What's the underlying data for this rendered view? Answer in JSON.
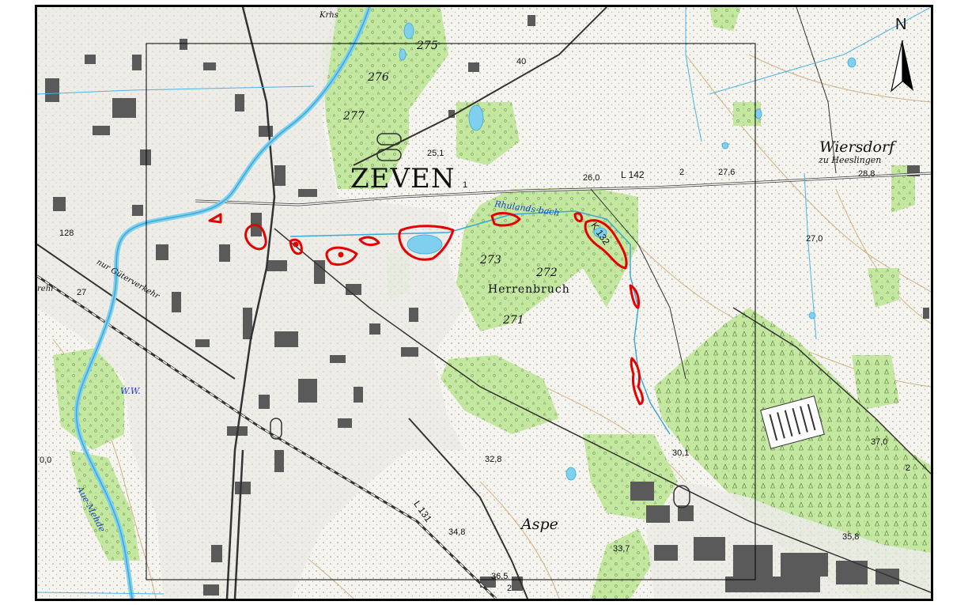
{
  "map": {
    "town": "ZEVEN",
    "places": {
      "wiersdorf": "Wiersdorf",
      "wiersdorf_sub": "zu Heeslingen",
      "aspe": "Aspe",
      "krhs": "Krhs"
    },
    "forest": "Herrenbruch",
    "stream": "Rhulands-bach",
    "waterways": {
      "aue_mehde": "Aue-Mehde",
      "ww": "W.W.",
      "nur_gueterverkehr": "nur Güterverkehr",
      "rehr": "rehr"
    },
    "roads": {
      "l142": "L 142",
      "k132": "K 132",
      "l131": "L 131"
    },
    "parcels": {
      "p275": "275",
      "p276": "276",
      "p277": "277",
      "p273": "273",
      "p272": "272",
      "p271": "271"
    },
    "elevations": {
      "e251": "25,1",
      "e260": "26,0",
      "e276": "27,6",
      "e288": "28,8",
      "e270": "27,0",
      "e328": "32,8",
      "e301": "30,1",
      "e348": "34,8",
      "e337": "33,7",
      "e365": "36,5",
      "e370": "37,0",
      "e358": "35,8",
      "e128": "128",
      "e27": "27",
      "e00": "0,0",
      "e40": "40",
      "e2a": "2",
      "e2b": "2",
      "e2c": "2",
      "e1": "1"
    },
    "north_label": "N",
    "colors": {
      "forest": "#c4e8a0",
      "settlement": "#f2f0ea",
      "building": "#5a5a5a",
      "water": "#7fd0ee",
      "highlight": "#e60000",
      "contour": "#c9a46a",
      "frame": "#000000"
    }
  }
}
